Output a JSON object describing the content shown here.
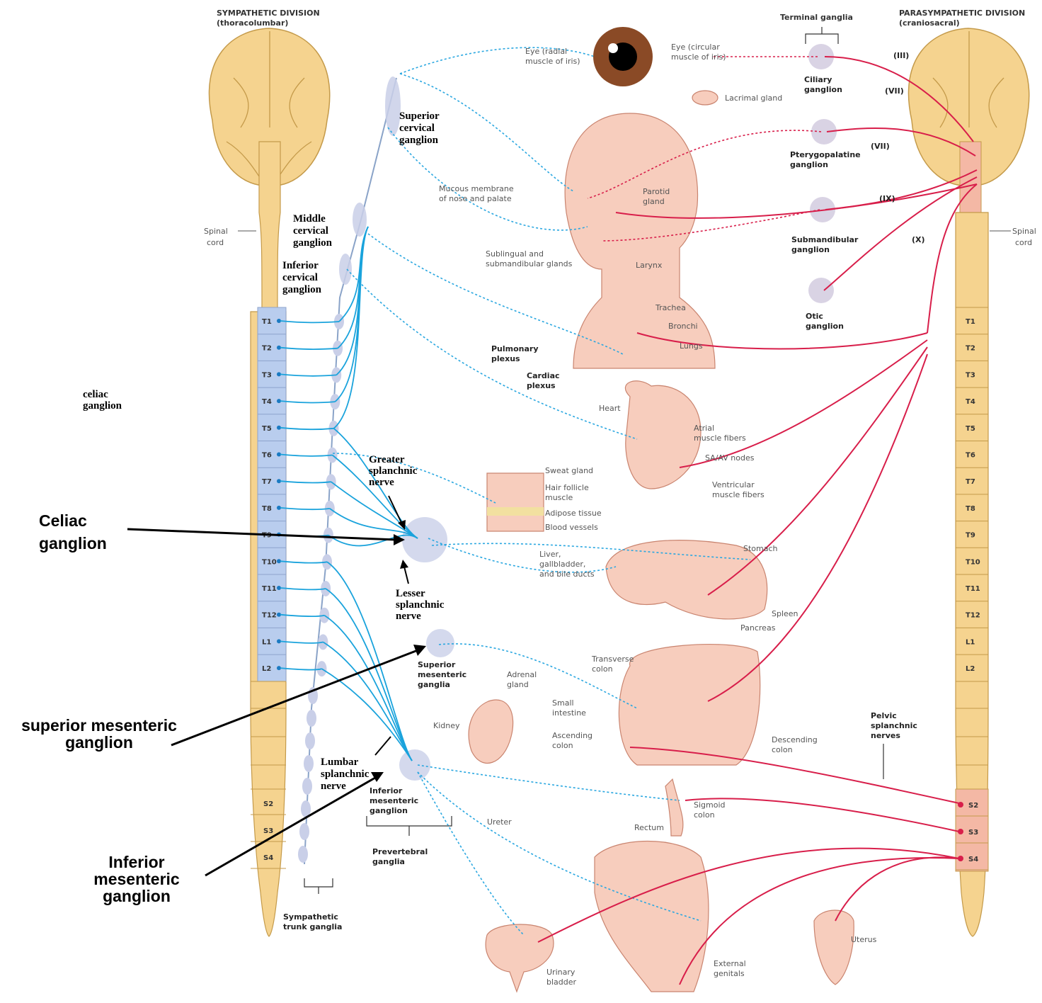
{
  "headers": {
    "sympathetic": "SYMPATHETIC DIVISION",
    "sympathetic_sub": "(thoracolumbar)",
    "parasympathetic": "PARASYMPATHETIC DIVISION",
    "parasympathetic_sub": "(craniosacral)",
    "terminal_ganglia": "Terminal ganglia"
  },
  "spinal": {
    "left_label_1": "Spinal",
    "left_label_2": "cord",
    "right_label_1": "Spinal",
    "right_label_2": "cord",
    "left_segments": [
      "T1",
      "T2",
      "T3",
      "T4",
      "T5",
      "T6",
      "T7",
      "T8",
      "T9",
      "T10",
      "T11",
      "T12",
      "L1",
      "L2"
    ],
    "left_sacral": [
      "S2",
      "S3",
      "S4"
    ],
    "right_segments": [
      "T1",
      "T2",
      "T3",
      "T4",
      "T5",
      "T6",
      "T7",
      "T8",
      "T9",
      "T10",
      "T11",
      "T12",
      "L1",
      "L2"
    ],
    "right_sacral": [
      "S2",
      "S3",
      "S4"
    ]
  },
  "annotations": {
    "superior_cervical": [
      "Superior",
      "cervical",
      "ganglion"
    ],
    "middle_cervical": [
      "Middle",
      "cervical",
      "ganglion"
    ],
    "inferior_cervical": [
      "Inferior",
      "cervical",
      "ganglion"
    ],
    "celiac_small": [
      "celiac",
      "ganglion"
    ],
    "greater_splanchnic": [
      "Greater",
      "splanchnic",
      "nerve"
    ],
    "lesser_splanchnic": [
      "Lesser",
      "splanchnic",
      "nerve"
    ],
    "lumbar_splanchnic": [
      "Lumbar",
      "splanchnic",
      "nerve"
    ],
    "celiac_big": [
      "Celiac",
      "ganglion"
    ],
    "superior_mesenteric_big": [
      "superior mesenteric",
      "ganglion"
    ],
    "inferior_mesenteric_big": [
      "Inferior",
      "mesenteric",
      "ganglion"
    ]
  },
  "organs": {
    "eye_radial": [
      "Eye (radial",
      "muscle of iris)"
    ],
    "eye_circular": [
      "Eye (circular",
      "muscle of iris)"
    ],
    "lacrimal": "Lacrimal gland",
    "mucous": [
      "Mucous membrane",
      "of nose and palate"
    ],
    "parotid": [
      "Parotid",
      "gland"
    ],
    "sublingual": [
      "Sublingual and",
      "submandibular glands"
    ],
    "larynx": "Larynx",
    "trachea": "Trachea",
    "bronchi": "Bronchi",
    "lungs": "Lungs",
    "pulmonary": [
      "Pulmonary",
      "plexus"
    ],
    "cardiac": [
      "Cardiac",
      "plexus"
    ],
    "heart": "Heart",
    "atrial": [
      "Atrial",
      "muscle fibers"
    ],
    "sa_av": "SA/AV nodes",
    "ventricular": [
      "Ventricular",
      "muscle fibers"
    ],
    "skin": [
      "Sweat gland",
      "Hair follicle",
      "muscle",
      "Adipose tissue",
      "Blood vessels"
    ],
    "liver": [
      "Liver,",
      "gallbladder,",
      "and bile ducts"
    ],
    "stomach": "Stomach",
    "spleen": "Spleen",
    "pancreas": "Pancreas",
    "transverse": [
      "Transverse",
      "colon"
    ],
    "adrenal": [
      "Adrenal",
      "gland"
    ],
    "kidney": "Kidney",
    "small_int": [
      "Small",
      "intestine"
    ],
    "ascending": [
      "Ascending",
      "colon"
    ],
    "descending": [
      "Descending",
      "colon"
    ],
    "sigmoid": [
      "Sigmoid",
      "colon"
    ],
    "rectum": "Rectum",
    "ureter": "Ureter",
    "bladder": [
      "Urinary",
      "bladder"
    ],
    "genitals": [
      "External",
      "genitals"
    ],
    "uterus": "Uterus"
  },
  "ganglia_labels": {
    "ciliary": [
      "Ciliary",
      "ganglion"
    ],
    "pterygopalatine": [
      "Pterygopalatine",
      "ganglion"
    ],
    "submandibular": [
      "Submandibular",
      "ganglion"
    ],
    "otic": [
      "Otic",
      "ganglion"
    ],
    "sup_mesenteric_small": [
      "Superior",
      "mesenteric",
      "ganglia"
    ],
    "inf_mesenteric_small": [
      "Inferior",
      "mesenteric",
      "ganglion"
    ],
    "prevertebral": [
      "Prevertebral",
      "ganglia"
    ],
    "sym_trunk": [
      "Sympathetic",
      "trunk ganglia"
    ],
    "pelvic": [
      "Pelvic",
      "splanchnic",
      "nerves"
    ]
  },
  "cranial_nerves": [
    "(III)",
    "(VII)",
    "(IX)",
    "(X)"
  ],
  "colors": {
    "sympathetic": "#1aa3dc",
    "parasympathetic": "#d81e4a",
    "brain": "#f5d38f",
    "thoracolumbar": "#b9cdee",
    "organ": "#f7cdbd"
  }
}
